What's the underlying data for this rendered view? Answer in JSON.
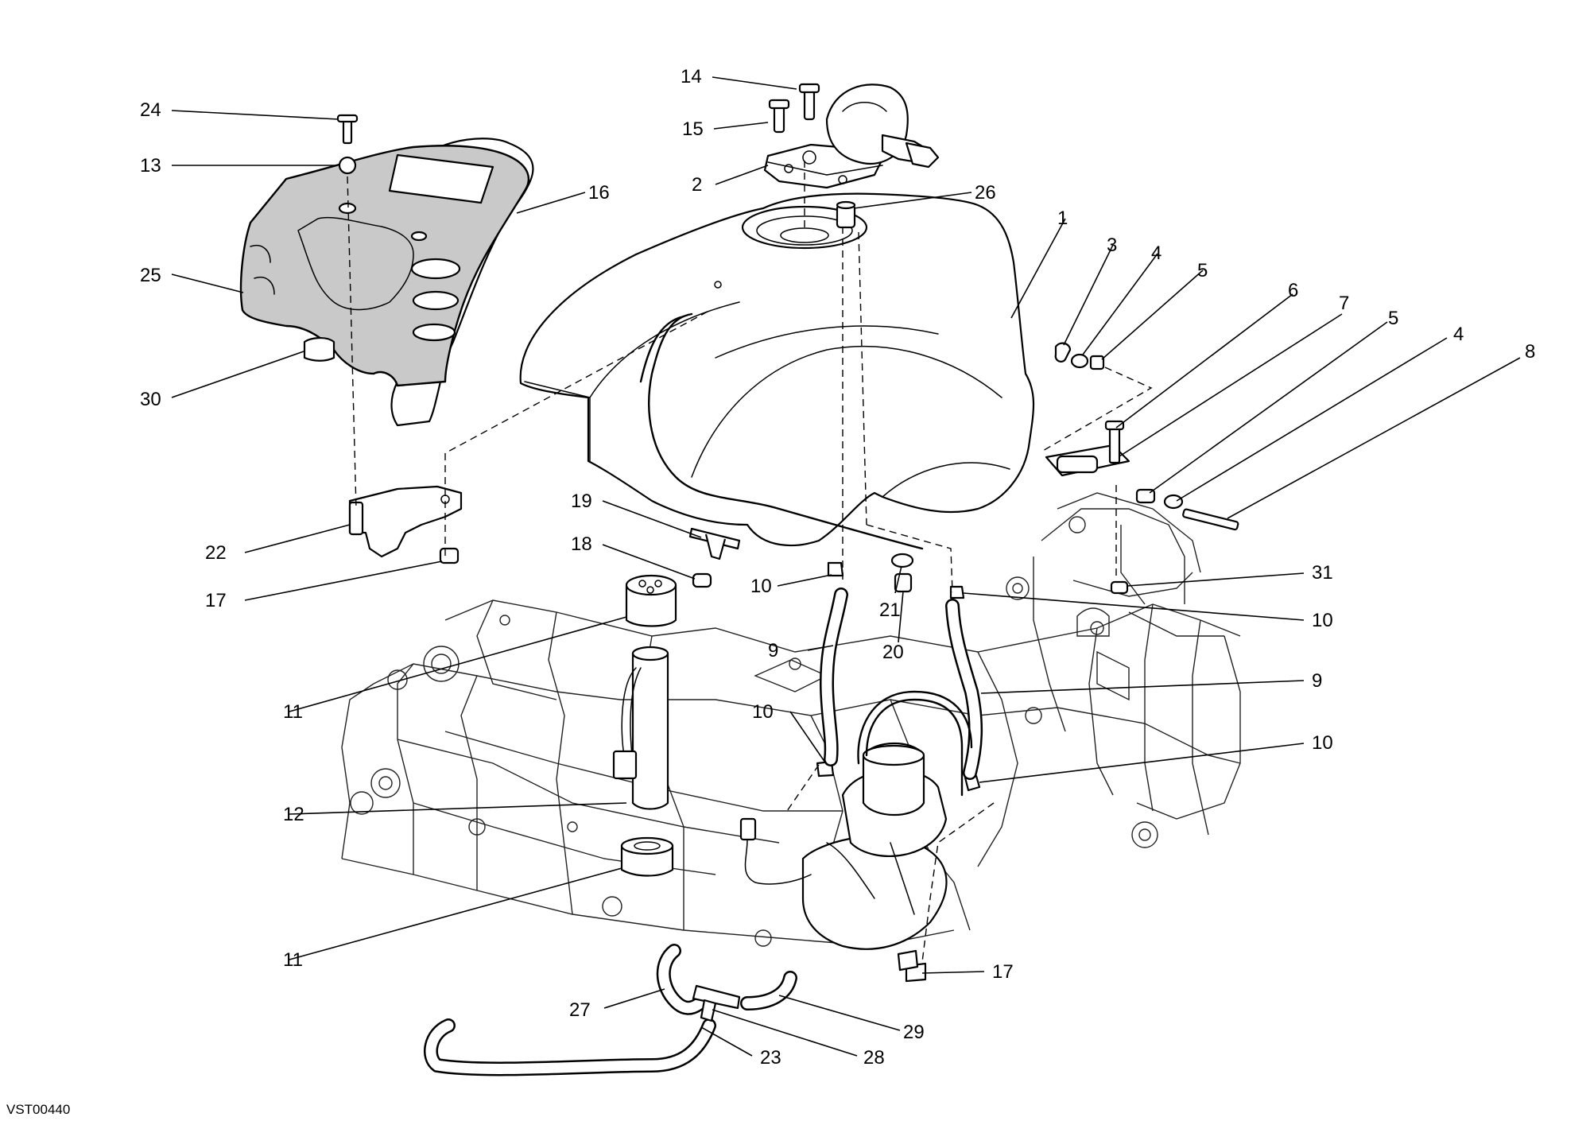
{
  "diagram": {
    "reference_code": "VST00440",
    "callouts": [
      {
        "id": "c24a",
        "label": "24"
      },
      {
        "id": "c13",
        "label": "13"
      },
      {
        "id": "c25",
        "label": "25"
      },
      {
        "id": "c30",
        "label": "30"
      },
      {
        "id": "c16",
        "label": "16"
      },
      {
        "id": "c22",
        "label": "22"
      },
      {
        "id": "c17a",
        "label": "17"
      },
      {
        "id": "c14",
        "label": "14"
      },
      {
        "id": "c15",
        "label": "15"
      },
      {
        "id": "c2",
        "label": "2"
      },
      {
        "id": "c26",
        "label": "26"
      },
      {
        "id": "c1",
        "label": "1"
      },
      {
        "id": "c3",
        "label": "3"
      },
      {
        "id": "c4a",
        "label": "4"
      },
      {
        "id": "c5a",
        "label": "5"
      },
      {
        "id": "c6",
        "label": "6"
      },
      {
        "id": "c7",
        "label": "7"
      },
      {
        "id": "c5b",
        "label": "5"
      },
      {
        "id": "c4b",
        "label": "4"
      },
      {
        "id": "c8",
        "label": "8"
      },
      {
        "id": "c19",
        "label": "19"
      },
      {
        "id": "c18",
        "label": "18"
      },
      {
        "id": "c10a",
        "label": "10"
      },
      {
        "id": "c21",
        "label": "21"
      },
      {
        "id": "c20",
        "label": "20"
      },
      {
        "id": "c31",
        "label": "31"
      },
      {
        "id": "c10b",
        "label": "10"
      },
      {
        "id": "c9a",
        "label": "9"
      },
      {
        "id": "c9b",
        "label": "9"
      },
      {
        "id": "c11a",
        "label": "11"
      },
      {
        "id": "c10c",
        "label": "10"
      },
      {
        "id": "c10d",
        "label": "10"
      },
      {
        "id": "c12",
        "label": "12"
      },
      {
        "id": "c11b",
        "label": "11"
      },
      {
        "id": "c17b",
        "label": "17"
      },
      {
        "id": "c27",
        "label": "27"
      },
      {
        "id": "c29",
        "label": "29"
      },
      {
        "id": "c23",
        "label": "23"
      },
      {
        "id": "c28",
        "label": "28"
      }
    ]
  }
}
